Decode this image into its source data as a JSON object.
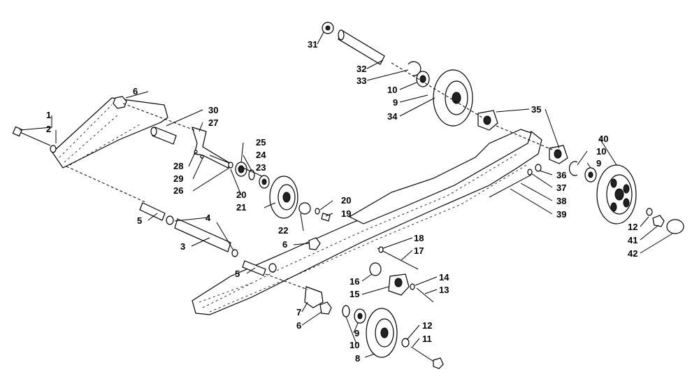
{
  "callouts": [
    {
      "id": "c1",
      "text": "1"
    },
    {
      "id": "c2",
      "text": "2"
    },
    {
      "id": "c6a",
      "text": "6"
    },
    {
      "id": "c30",
      "text": "30"
    },
    {
      "id": "c27",
      "text": "27"
    },
    {
      "id": "c25",
      "text": "25"
    },
    {
      "id": "c24",
      "text": "24"
    },
    {
      "id": "c23",
      "text": "23"
    },
    {
      "id": "c28",
      "text": "28"
    },
    {
      "id": "c29",
      "text": "29"
    },
    {
      "id": "c26",
      "text": "26"
    },
    {
      "id": "c20a",
      "text": "20"
    },
    {
      "id": "c21",
      "text": "21"
    },
    {
      "id": "c5a",
      "text": "5"
    },
    {
      "id": "c4",
      "text": "4"
    },
    {
      "id": "c3",
      "text": "3"
    },
    {
      "id": "c5b",
      "text": "5"
    },
    {
      "id": "c22",
      "text": "22"
    },
    {
      "id": "c20b",
      "text": "20"
    },
    {
      "id": "c19",
      "text": "19"
    },
    {
      "id": "c6b",
      "text": "6"
    },
    {
      "id": "c18",
      "text": "18"
    },
    {
      "id": "c17",
      "text": "17"
    },
    {
      "id": "c16",
      "text": "16"
    },
    {
      "id": "c15",
      "text": "15"
    },
    {
      "id": "c14",
      "text": "14"
    },
    {
      "id": "c13",
      "text": "13"
    },
    {
      "id": "c7",
      "text": "7"
    },
    {
      "id": "c6c",
      "text": "6"
    },
    {
      "id": "c9a",
      "text": "9"
    },
    {
      "id": "c10a",
      "text": "10"
    },
    {
      "id": "c8",
      "text": "8"
    },
    {
      "id": "c12a",
      "text": "12"
    },
    {
      "id": "c11",
      "text": "11"
    },
    {
      "id": "c31",
      "text": "31"
    },
    {
      "id": "c32",
      "text": "32"
    },
    {
      "id": "c33",
      "text": "33"
    },
    {
      "id": "c10b",
      "text": "10"
    },
    {
      "id": "c9b",
      "text": "9"
    },
    {
      "id": "c34",
      "text": "34"
    },
    {
      "id": "c35",
      "text": "35"
    },
    {
      "id": "c40",
      "text": "40"
    },
    {
      "id": "c10c",
      "text": "10"
    },
    {
      "id": "c9c",
      "text": "9"
    },
    {
      "id": "c36",
      "text": "36"
    },
    {
      "id": "c37",
      "text": "37"
    },
    {
      "id": "c38",
      "text": "38"
    },
    {
      "id": "c39",
      "text": "39"
    },
    {
      "id": "c12b",
      "text": "12"
    },
    {
      "id": "c41",
      "text": "41"
    },
    {
      "id": "c42",
      "text": "42"
    }
  ]
}
